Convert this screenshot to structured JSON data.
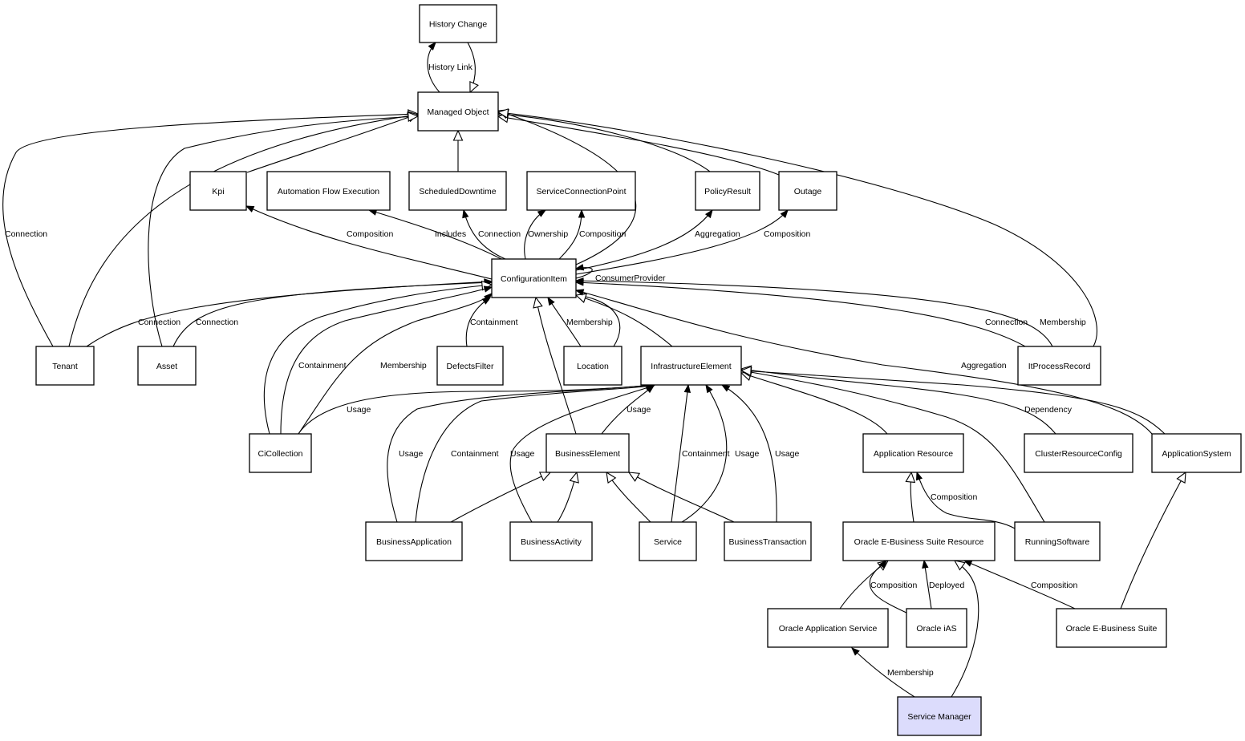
{
  "diagram": {
    "title": "Service Manager class relationships",
    "highlight_color": "#dcdcfc",
    "nodes": [
      {
        "id": "history_change",
        "label": "History Change"
      },
      {
        "id": "managed_object",
        "label": "Managed Object"
      },
      {
        "id": "kpi",
        "label": "Kpi"
      },
      {
        "id": "automation_flow_execution",
        "label": "Automation Flow Execution"
      },
      {
        "id": "scheduled_downtime",
        "label": "ScheduledDowntime"
      },
      {
        "id": "service_connection_point",
        "label": "ServiceConnectionPoint"
      },
      {
        "id": "policy_result",
        "label": "PolicyResult"
      },
      {
        "id": "outage",
        "label": "Outage"
      },
      {
        "id": "configuration_item",
        "label": "ConfigurationItem"
      },
      {
        "id": "tenant",
        "label": "Tenant"
      },
      {
        "id": "asset",
        "label": "Asset"
      },
      {
        "id": "defects_filter",
        "label": "DefectsFilter"
      },
      {
        "id": "location",
        "label": "Location"
      },
      {
        "id": "infrastructure_element",
        "label": "InfrastructureElement"
      },
      {
        "id": "it_process_record",
        "label": "ItProcessRecord"
      },
      {
        "id": "ci_collection",
        "label": "CiCollection"
      },
      {
        "id": "business_element",
        "label": "BusinessElement"
      },
      {
        "id": "application_resource",
        "label": "Application Resource"
      },
      {
        "id": "cluster_resource_config",
        "label": "ClusterResourceConfig"
      },
      {
        "id": "application_system",
        "label": "ApplicationSystem"
      },
      {
        "id": "business_application",
        "label": "BusinessApplication"
      },
      {
        "id": "business_activity",
        "label": "BusinessActivity"
      },
      {
        "id": "service",
        "label": "Service"
      },
      {
        "id": "business_transaction",
        "label": "BusinessTransaction"
      },
      {
        "id": "oracle_ebs_resource",
        "label": "Oracle E-Business Suite Resource"
      },
      {
        "id": "running_software",
        "label": "RunningSoftware"
      },
      {
        "id": "oracle_application_service",
        "label": "Oracle Application Service"
      },
      {
        "id": "oracle_ias",
        "label": "Oracle iAS"
      },
      {
        "id": "oracle_ebs",
        "label": "Oracle E-Business Suite"
      },
      {
        "id": "service_manager",
        "label": "Service Manager",
        "highlight": true
      }
    ],
    "edges": [
      {
        "from": "managed_object",
        "to": "history_change",
        "label": "History Link",
        "arrow": "filled"
      },
      {
        "from": "history_change",
        "to": "managed_object",
        "label": "",
        "arrow": "hollow"
      },
      {
        "from": "kpi",
        "to": "managed_object",
        "label": "",
        "arrow": "hollow"
      },
      {
        "from": "scheduled_downtime",
        "to": "managed_object",
        "label": "",
        "arrow": "hollow"
      },
      {
        "from": "policy_result",
        "to": "managed_object",
        "label": "",
        "arrow": "hollow"
      },
      {
        "from": "outage",
        "to": "managed_object",
        "label": "",
        "arrow": "hollow"
      },
      {
        "from": "configuration_item",
        "to": "managed_object",
        "label": "",
        "arrow": "hollow"
      },
      {
        "from": "it_process_record",
        "to": "managed_object",
        "label": "",
        "arrow": "hollow"
      },
      {
        "from": "tenant",
        "to": "managed_object",
        "label": "Connection",
        "arrow": "hollow"
      },
      {
        "from": "tenant",
        "to": "managed_object",
        "label": "",
        "arrow": "hollow"
      },
      {
        "from": "asset",
        "to": "managed_object",
        "label": "",
        "arrow": "hollow"
      },
      {
        "from": "configuration_item",
        "to": "kpi",
        "label": "Composition",
        "arrow": "filled"
      },
      {
        "from": "configuration_item",
        "to": "automation_flow_execution",
        "label": "Includes",
        "arrow": "filled"
      },
      {
        "from": "configuration_item",
        "to": "scheduled_downtime",
        "label": "Connection",
        "arrow": "filled"
      },
      {
        "from": "configuration_item",
        "to": "service_connection_point",
        "label": "Ownership",
        "arrow": "filled"
      },
      {
        "from": "configuration_item",
        "to": "service_connection_point",
        "label": "Composition",
        "arrow": "filled"
      },
      {
        "from": "configuration_item",
        "to": "policy_result",
        "label": "Aggregation",
        "arrow": "filled"
      },
      {
        "from": "configuration_item",
        "to": "outage",
        "label": "Composition",
        "arrow": "filled"
      },
      {
        "from": "configuration_item",
        "to": "configuration_item",
        "label": "ConsumerProvider",
        "arrow": "filled"
      },
      {
        "from": "tenant",
        "to": "configuration_item",
        "label": "Connection",
        "arrow": "filled"
      },
      {
        "from": "asset",
        "to": "configuration_item",
        "label": "Connection",
        "arrow": "filled"
      },
      {
        "from": "ci_collection",
        "to": "configuration_item",
        "label": "",
        "arrow": "hollow"
      },
      {
        "from": "ci_collection",
        "to": "configuration_item",
        "label": "Containment",
        "arrow": "filled"
      },
      {
        "from": "ci_collection",
        "to": "configuration_item",
        "label": "Membership",
        "arrow": "filled"
      },
      {
        "from": "defects_filter",
        "to": "configuration_item",
        "label": "Containment",
        "arrow": "filled"
      },
      {
        "from": "location",
        "to": "configuration_item",
        "label": "Membership",
        "arrow": "filled"
      },
      {
        "from": "location",
        "to": "configuration_item",
        "label": "",
        "arrow": "filled"
      },
      {
        "from": "infrastructure_element",
        "to": "configuration_item",
        "label": "",
        "arrow": "hollow"
      },
      {
        "from": "business_element",
        "to": "configuration_item",
        "label": "",
        "arrow": "hollow"
      },
      {
        "from": "it_process_record",
        "to": "configuration_item",
        "label": "Connection",
        "arrow": "filled"
      },
      {
        "from": "it_process_record",
        "to": "configuration_item",
        "label": "Membership",
        "arrow": "filled"
      },
      {
        "from": "application_system",
        "to": "configuration_item",
        "label": "Aggregation",
        "arrow": "filled"
      },
      {
        "from": "ci_collection",
        "to": "infrastructure_element",
        "label": "Usage",
        "arrow": "filled"
      },
      {
        "from": "business_application",
        "to": "infrastructure_element",
        "label": "Usage",
        "arrow": "filled"
      },
      {
        "from": "business_application",
        "to": "infrastructure_element",
        "label": "Containment",
        "arrow": "filled"
      },
      {
        "from": "business_activity",
        "to": "infrastructure_element",
        "label": "Usage",
        "arrow": "filled"
      },
      {
        "from": "business_element",
        "to": "infrastructure_element",
        "label": "Usage",
        "arrow": "filled"
      },
      {
        "from": "service",
        "to": "infrastructure_element",
        "label": "Containment",
        "arrow": "filled"
      },
      {
        "from": "service",
        "to": "infrastructure_element",
        "label": "Usage",
        "arrow": "filled"
      },
      {
        "from": "business_transaction",
        "to": "infrastructure_element",
        "label": "Usage",
        "arrow": "filled"
      },
      {
        "from": "application_resource",
        "to": "infrastructure_element",
        "label": "",
        "arrow": "hollow"
      },
      {
        "from": "running_software",
        "to": "infrastructure_element",
        "label": "",
        "arrow": "hollow"
      },
      {
        "from": "cluster_resource_config",
        "to": "infrastructure_element",
        "label": "Dependency",
        "arrow": "hollow"
      },
      {
        "from": "application_system",
        "to": "infrastructure_element",
        "label": "",
        "arrow": "hollow"
      },
      {
        "from": "business_application",
        "to": "business_element",
        "label": "",
        "arrow": "hollow"
      },
      {
        "from": "business_activity",
        "to": "business_element",
        "label": "",
        "arrow": "hollow"
      },
      {
        "from": "service",
        "to": "business_element",
        "label": "",
        "arrow": "hollow"
      },
      {
        "from": "business_transaction",
        "to": "business_element",
        "label": "",
        "arrow": "hollow"
      },
      {
        "from": "oracle_ebs_resource",
        "to": "application_resource",
        "label": "",
        "arrow": "hollow"
      },
      {
        "from": "running_software",
        "to": "application_resource",
        "label": "Composition",
        "arrow": "filled"
      },
      {
        "from": "oracle_ebs",
        "to": "application_system",
        "label": "",
        "arrow": "hollow"
      },
      {
        "from": "oracle_application_service",
        "to": "oracle_ebs_resource",
        "label": "",
        "arrow": "hollow"
      },
      {
        "from": "oracle_ias",
        "to": "oracle_ebs_resource",
        "label": "Composition",
        "arrow": "filled"
      },
      {
        "from": "oracle_ias",
        "to": "oracle_ebs_resource",
        "label": "Deployed",
        "arrow": "filled"
      },
      {
        "from": "service_manager",
        "to": "oracle_ebs_resource",
        "label": "",
        "arrow": "hollow"
      },
      {
        "from": "oracle_ebs",
        "to": "oracle_ebs_resource",
        "label": "Composition",
        "arrow": "filled"
      },
      {
        "from": "service_manager",
        "to": "oracle_application_service",
        "label": "Membership",
        "arrow": "filled"
      }
    ]
  }
}
